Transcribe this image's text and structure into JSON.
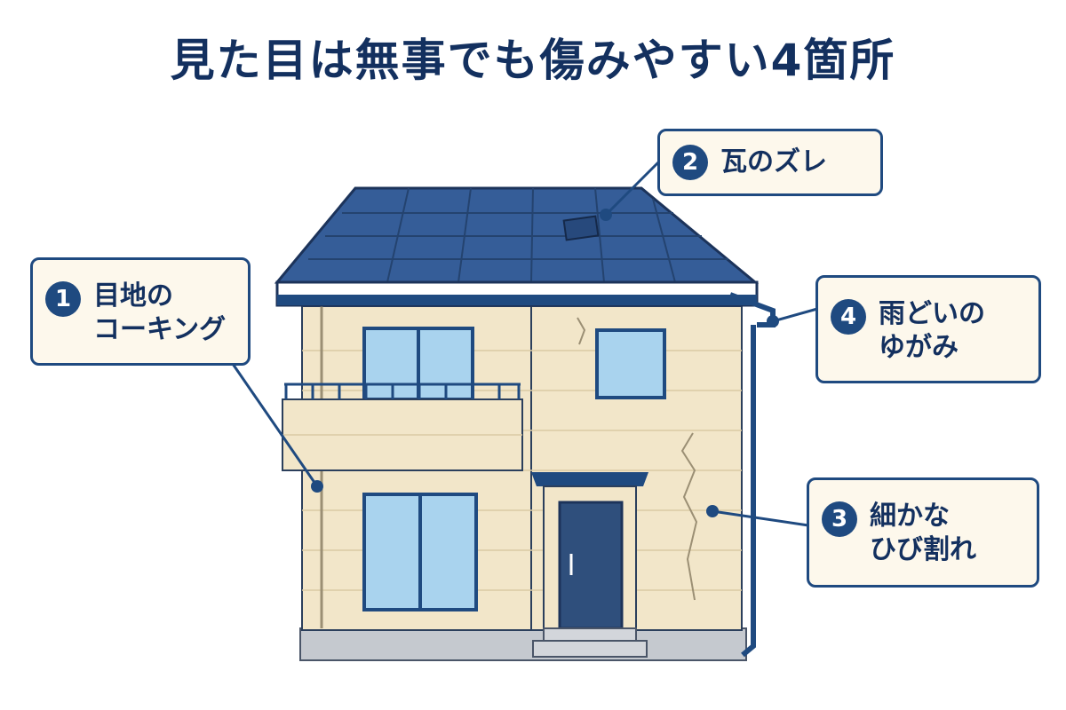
{
  "title": "見た目は無事でも傷みやすい4箇所",
  "colors": {
    "navy": "#1f4a80",
    "title_navy": "#13305f",
    "roof_blue": "#355d98",
    "wall_cream": "#f2e6c9",
    "window_blue": "#a9d3ee",
    "callout_bg": "#fdf8ec"
  },
  "callouts": [
    {
      "number": "1",
      "lines": [
        "目地の",
        "コーキング"
      ]
    },
    {
      "number": "2",
      "lines": [
        "瓦のズレ"
      ]
    },
    {
      "number": "3",
      "lines": [
        "細かな",
        "ひび割れ"
      ]
    },
    {
      "number": "4",
      "lines": [
        "雨どいの",
        "ゆがみ"
      ]
    }
  ]
}
